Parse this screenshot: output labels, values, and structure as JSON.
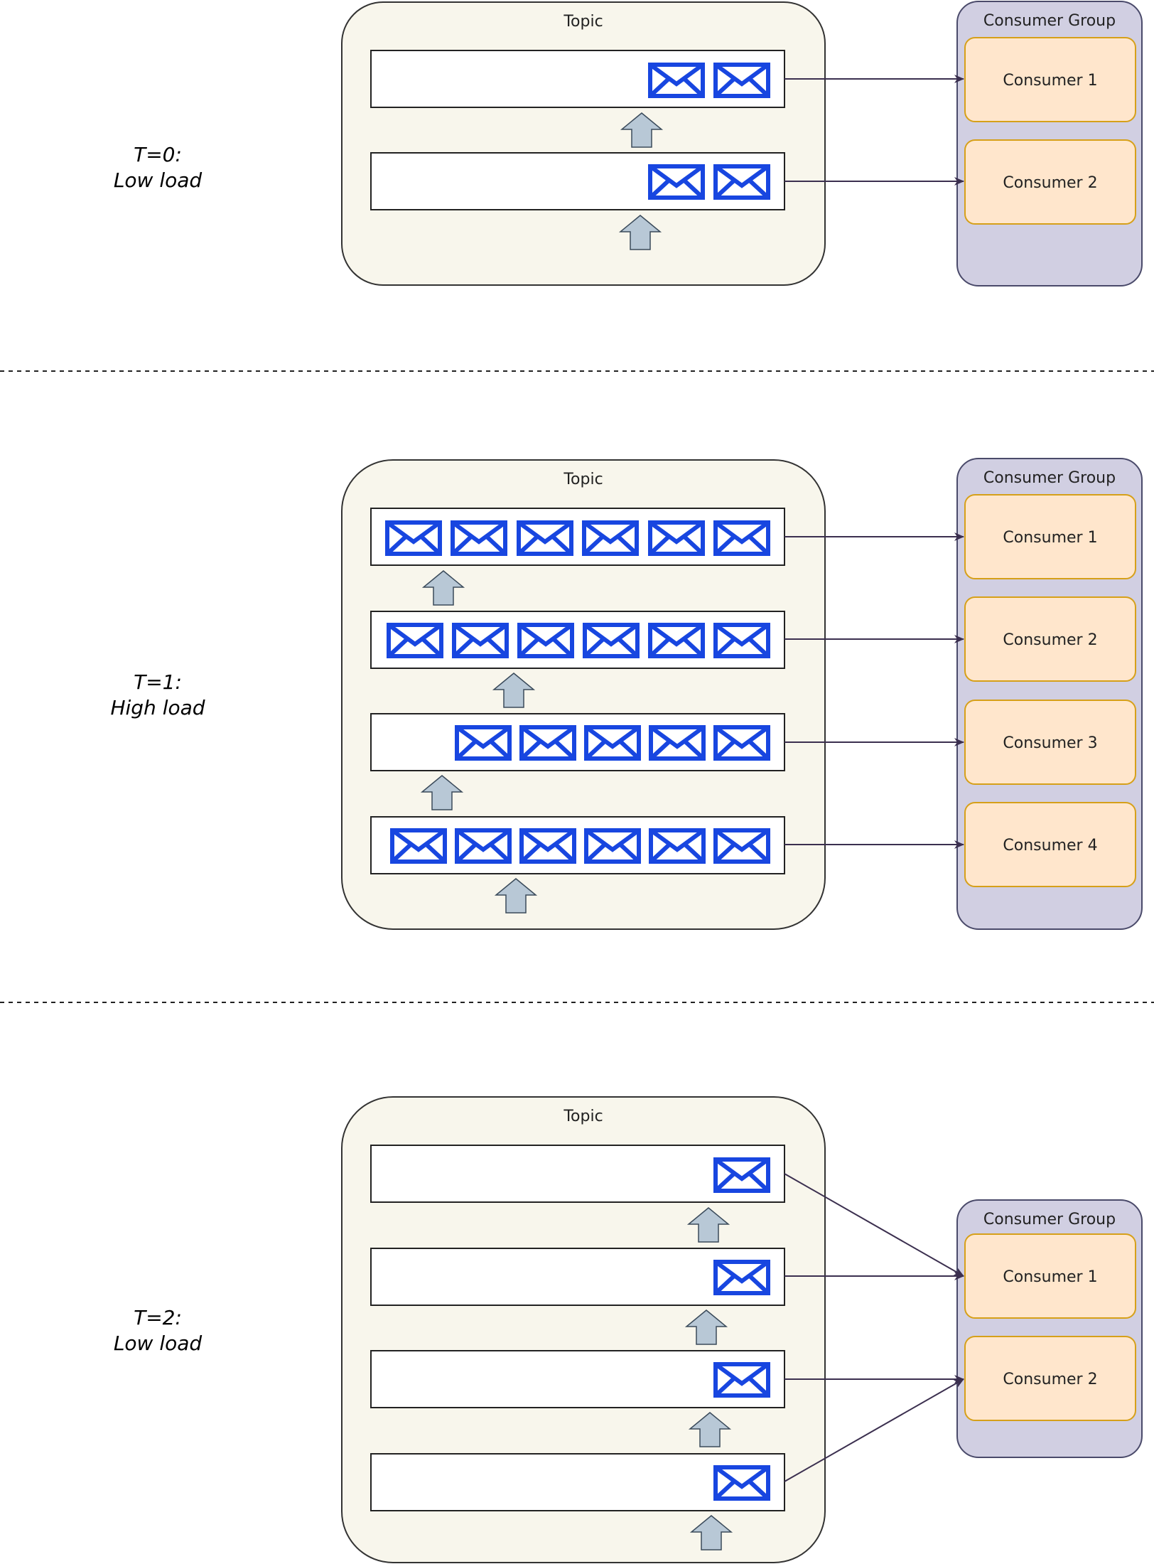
{
  "stages": [
    {
      "label_line1": "T=0:",
      "label_line2": "Low load",
      "topic_title": "Topic",
      "group_title": "Consumer Group",
      "consumers": [
        "Consumer 1",
        "Consumer 2"
      ],
      "partition_messages": [
        2,
        2
      ],
      "partition_targets": [
        1,
        2
      ]
    },
    {
      "label_line1": "T=1:",
      "label_line2": "High load",
      "topic_title": "Topic",
      "group_title": "Consumer Group",
      "consumers": [
        "Consumer 1",
        "Consumer 2",
        "Consumer 3",
        "Consumer 4"
      ],
      "partition_messages": [
        6,
        6,
        5,
        6
      ],
      "partition_targets": [
        1,
        2,
        3,
        4
      ]
    },
    {
      "label_line1": "T=2:",
      "label_line2": "Low load",
      "topic_title": "Topic",
      "group_title": "Consumer Group",
      "consumers": [
        "Consumer 1",
        "Consumer 2"
      ],
      "partition_messages": [
        1,
        1,
        1,
        1
      ],
      "partition_targets": [
        1,
        1,
        2,
        2
      ]
    }
  ],
  "icons": {
    "message": "envelope-icon",
    "write": "up-arrow-icon"
  },
  "colors": {
    "topic_fill": "#f8f6ec",
    "group_fill": "#d1cfe2",
    "consumer_fill": "#ffe6cc",
    "consumer_stroke": "#d6a019",
    "envelope_fill": "#1846e0",
    "arrow_fill": "#b8c8d6",
    "connector": "#3b2f4f"
  }
}
